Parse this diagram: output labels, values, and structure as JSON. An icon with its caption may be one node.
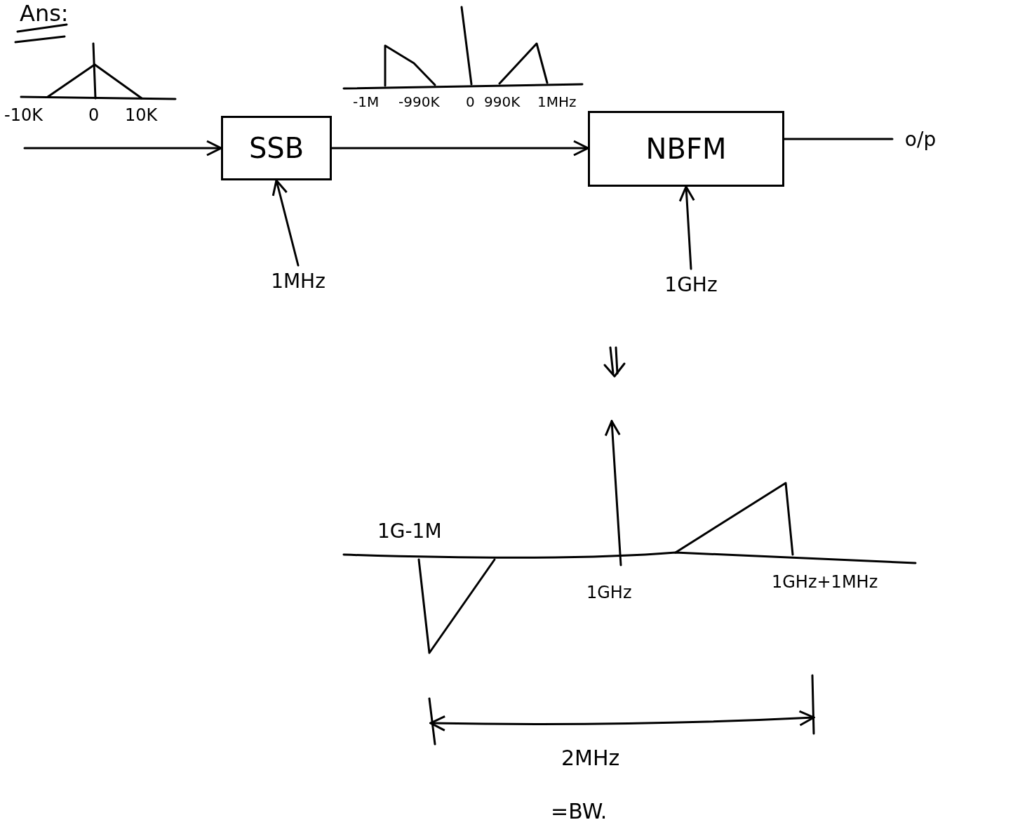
{
  "diagram": {
    "nodes": [
      {
        "text": [
          "SSB"
        ]
      },
      {
        "text": [
          "NBFM"
        ]
      },
      {
        "text": [
          "1MHz"
        ]
      },
      {
        "text": [
          "1GHz"
        ]
      },
      {
        "text": [
          "o/p"
        ]
      }
    ],
    "edges": [
      {
        "from": null,
        "to": 0,
        "arrow": "to"
      },
      {
        "from": 0,
        "to": 1,
        "arrow": "to"
      },
      {
        "from": 2,
        "to": 0,
        "arrow": "to"
      },
      {
        "from": 3,
        "to": 1,
        "arrow": "to"
      },
      {
        "from": 1,
        "to": 4,
        "arrow": "none"
      }
    ],
    "labels": [
      "Ans:",
      "-10K",
      "0",
      "10K",
      "-1M",
      "-990K",
      "0",
      "990K",
      "1MHz",
      "1G-1M",
      "1GHz",
      "1GHz+1MHz",
      "2MHz",
      "=BW."
    ]
  }
}
